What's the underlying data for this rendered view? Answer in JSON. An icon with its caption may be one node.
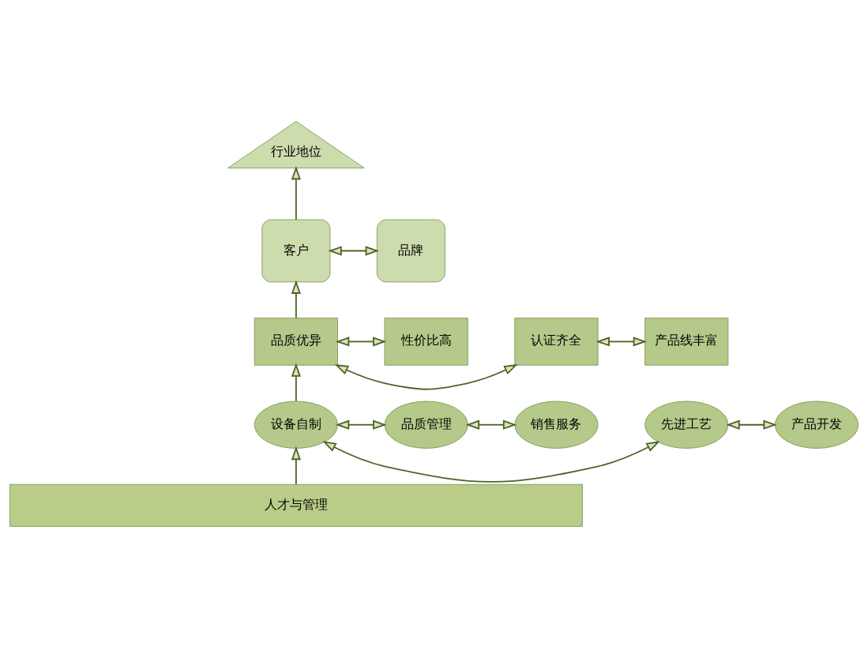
{
  "diagram": {
    "nodes": [
      {
        "text": [
          "行业地位"
        ]
      },
      {
        "text": [
          "品牌"
        ]
      },
      {
        "text": [
          "客户"
        ]
      },
      {
        "text": [
          "产品线丰富"
        ]
      },
      {
        "text": [
          "认证齐全"
        ]
      },
      {
        "text": [
          "品质优异"
        ]
      },
      {
        "text": [
          "性价比高"
        ]
      },
      {
        "text": [
          "产品开发"
        ]
      },
      {
        "text": [
          "先进工艺"
        ]
      },
      {
        "text": [
          "设备自制"
        ]
      },
      {
        "text": [
          "品质管理"
        ]
      },
      {
        "text": [
          "销售服务"
        ]
      },
      {
        "text": [
          "人才与管理"
        ]
      }
    ],
    "edges": [
      {
        "from": 12,
        "to": 9,
        "arrow": "to"
      },
      {
        "from": 7,
        "to": 8,
        "arrow": "both"
      },
      {
        "from": 8,
        "to": 9,
        "arrow": "both"
      },
      {
        "from": 9,
        "to": 10,
        "arrow": "both"
      },
      {
        "from": 10,
        "to": 11,
        "arrow": "both"
      },
      {
        "from": 9,
        "to": 5,
        "arrow": "to"
      },
      {
        "from": 3,
        "to": 4,
        "arrow": "both"
      },
      {
        "from": 4,
        "to": 5,
        "arrow": "both"
      },
      {
        "from": 5,
        "to": 6,
        "arrow": "both"
      },
      {
        "from": 5,
        "to": 2,
        "arrow": "to"
      },
      {
        "from": 1,
        "to": 2,
        "arrow": "both"
      },
      {
        "from": 2,
        "to": 0,
        "arrow": "to"
      }
    ]
  }
}
